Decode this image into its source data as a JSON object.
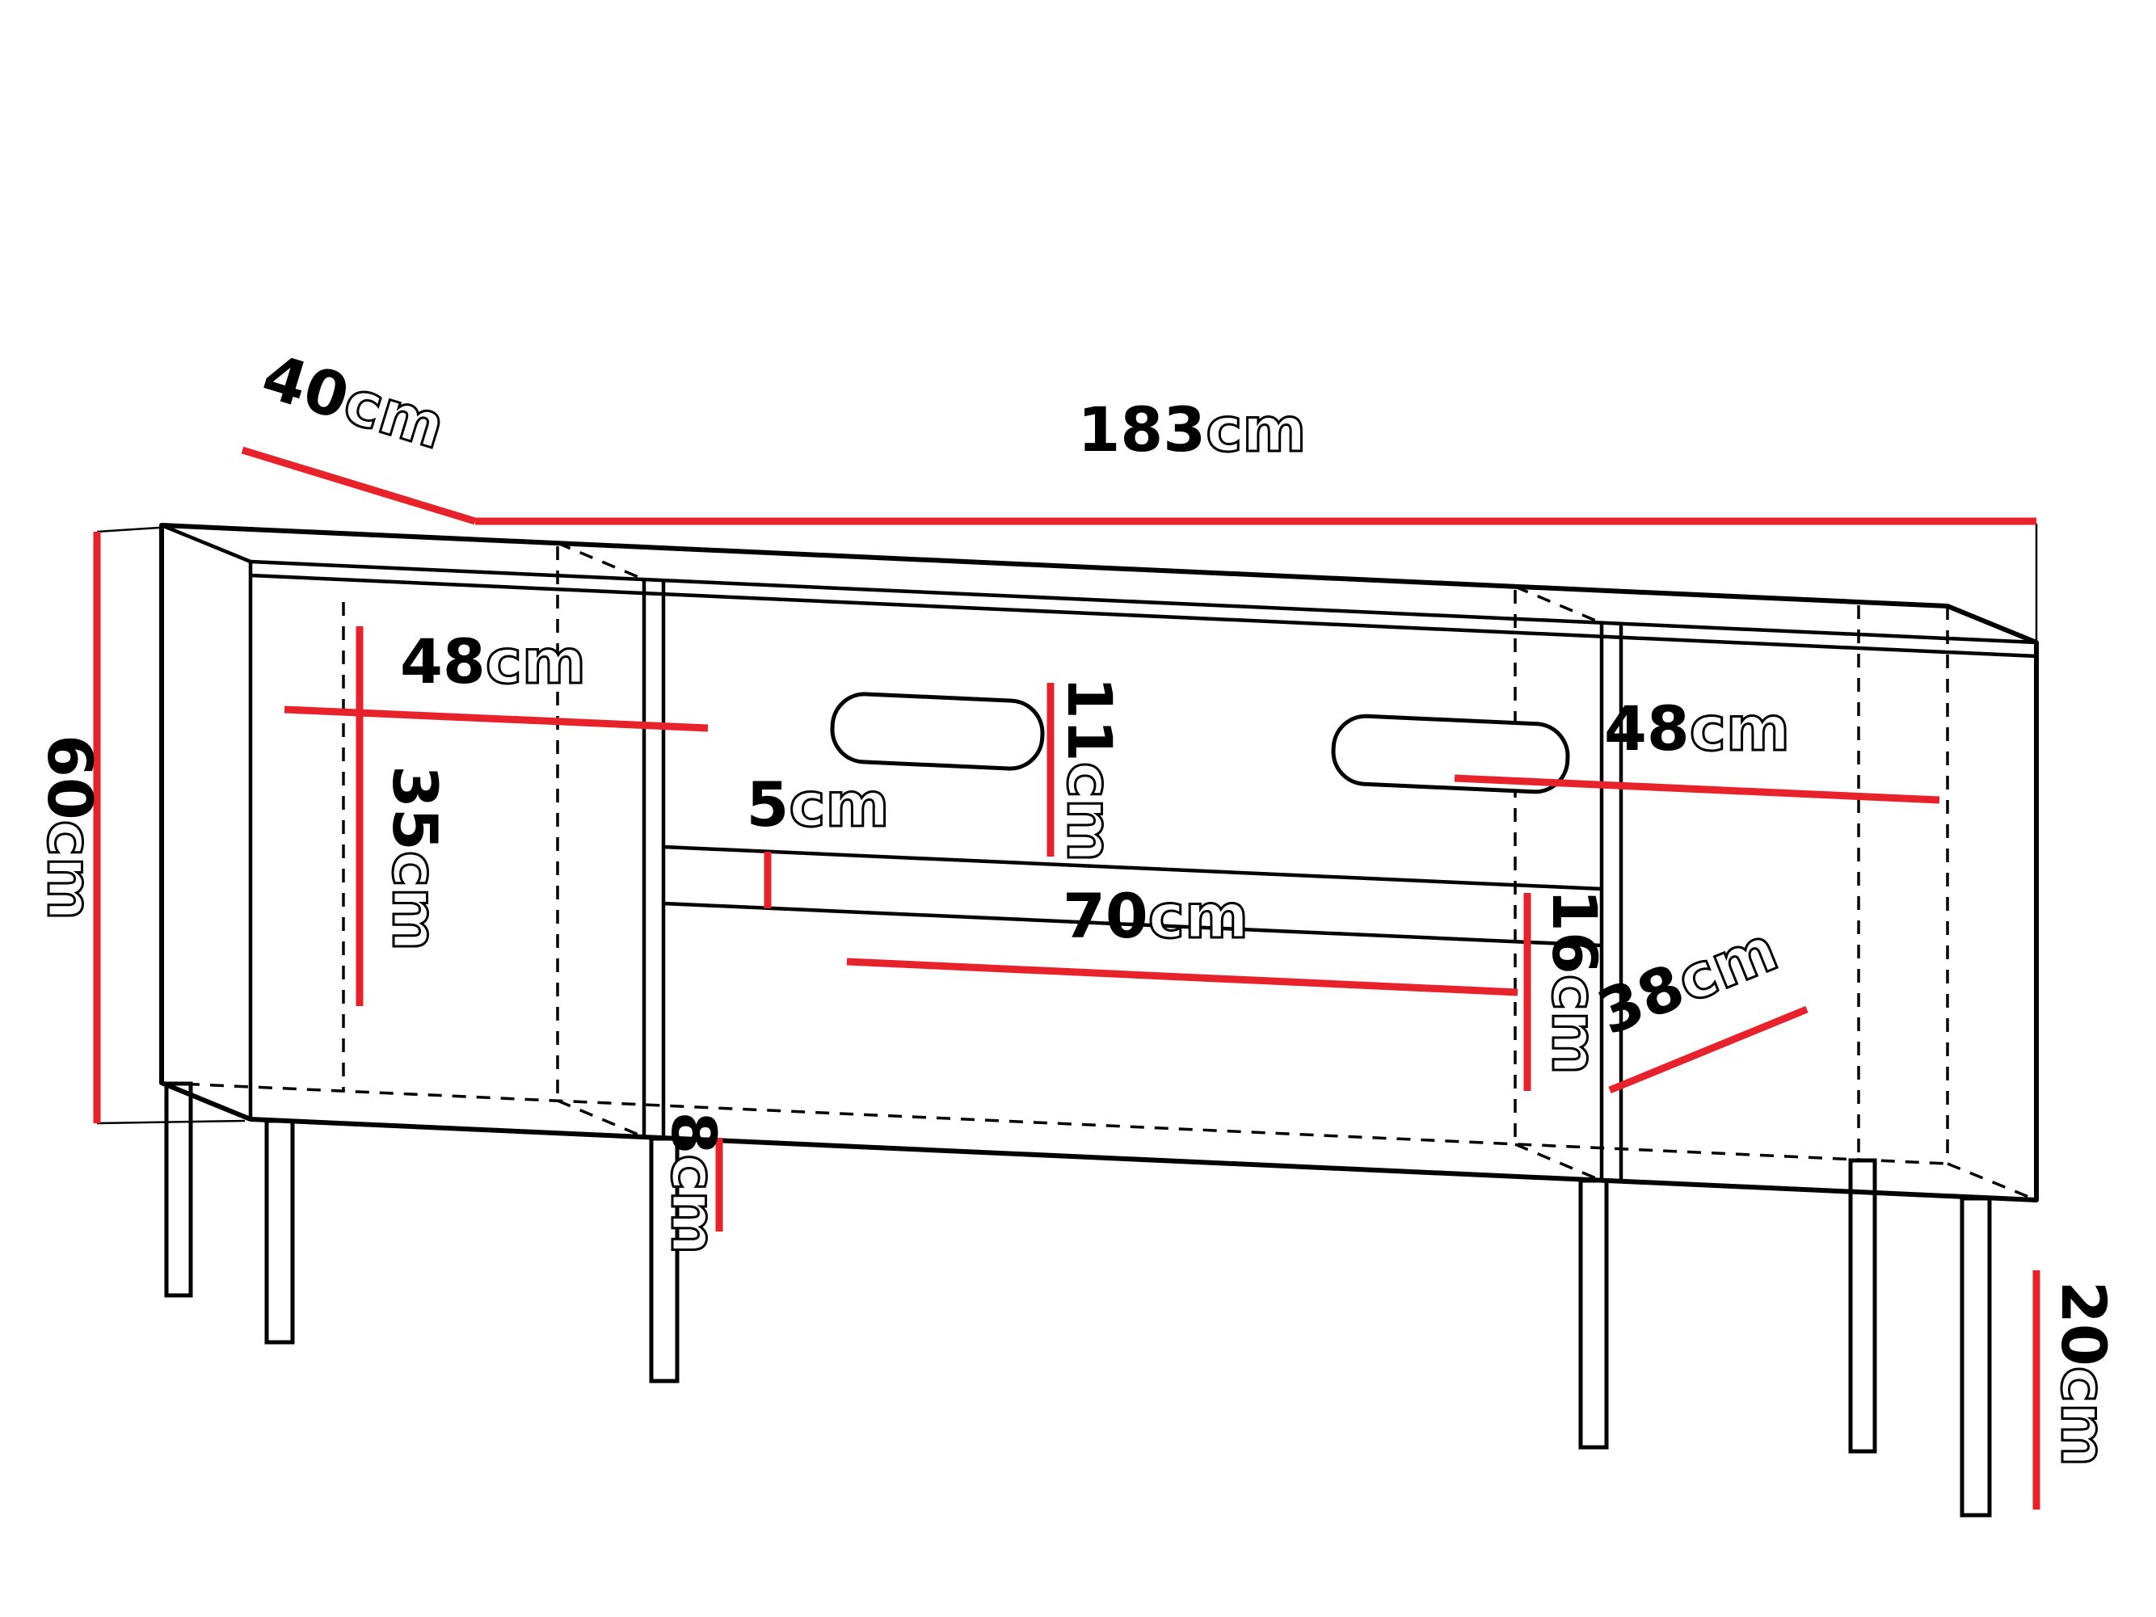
{
  "colors": {
    "dimension_line": "#e8222a",
    "outline": "#000000",
    "background": "#ffffff"
  },
  "dimensions": {
    "top_depth": {
      "value": "40",
      "unit": "cm"
    },
    "total_width": {
      "value": "183",
      "unit": "cm"
    },
    "body_height": {
      "value": "60",
      "unit": "cm"
    },
    "left_width": {
      "value": "48",
      "unit": "cm"
    },
    "left_height": {
      "value": "35",
      "unit": "cm"
    },
    "shelf_gap": {
      "value": "5",
      "unit": "cm"
    },
    "niche_height": {
      "value": "11",
      "unit": "cm"
    },
    "drawer_width": {
      "value": "70",
      "unit": "cm"
    },
    "drawer_height": {
      "value": "16",
      "unit": "cm"
    },
    "bottom_height": {
      "value": "8",
      "unit": "cm"
    },
    "right_width": {
      "value": "48",
      "unit": "cm"
    },
    "right_depth": {
      "value": "38",
      "unit": "cm"
    },
    "leg_height": {
      "value": "20",
      "unit": "cm"
    }
  }
}
